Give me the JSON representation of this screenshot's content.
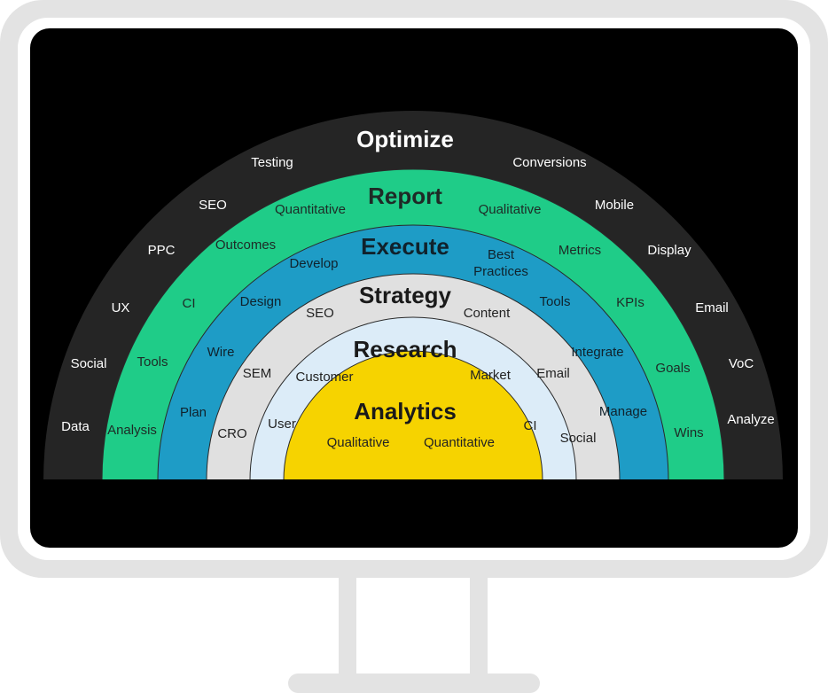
{
  "colors": {
    "frame": "#e3e3e3",
    "screen": "#000000",
    "optimize": "#252525",
    "report": "#1fcc88",
    "execute": "#1e9cc6",
    "strategy": "#e0e0e0",
    "research": "#dcecf8",
    "analytics": "#f6d300"
  },
  "rings": {
    "optimize": {
      "title": "Optimize",
      "terms": [
        "Testing",
        "Conversions",
        "SEO",
        "Mobile",
        "PPC",
        "Display",
        "UX",
        "Email",
        "Social",
        "VoC",
        "Data",
        "Analyze"
      ]
    },
    "report": {
      "title": "Report",
      "terms": [
        "Quantitative",
        "Qualitative",
        "Outcomes",
        "Metrics",
        "CI",
        "KPIs",
        "Tools",
        "Goals",
        "Analysis",
        "Wins"
      ]
    },
    "execute": {
      "title": "Execute",
      "terms": [
        "Develop",
        "Best",
        "Practices",
        "Design",
        "Tools",
        "Wire",
        "Integrate",
        "Plan",
        "Manage"
      ]
    },
    "strategy": {
      "title": "Strategy",
      "terms": [
        "SEO",
        "Content",
        "SEM",
        "Email",
        "CRO",
        "Social"
      ]
    },
    "research": {
      "title": "Research",
      "terms": [
        "Customer",
        "Market",
        "User",
        "CI"
      ]
    },
    "analytics": {
      "title": "Analytics",
      "terms": [
        "Qualitative",
        "Quantitative"
      ]
    }
  }
}
